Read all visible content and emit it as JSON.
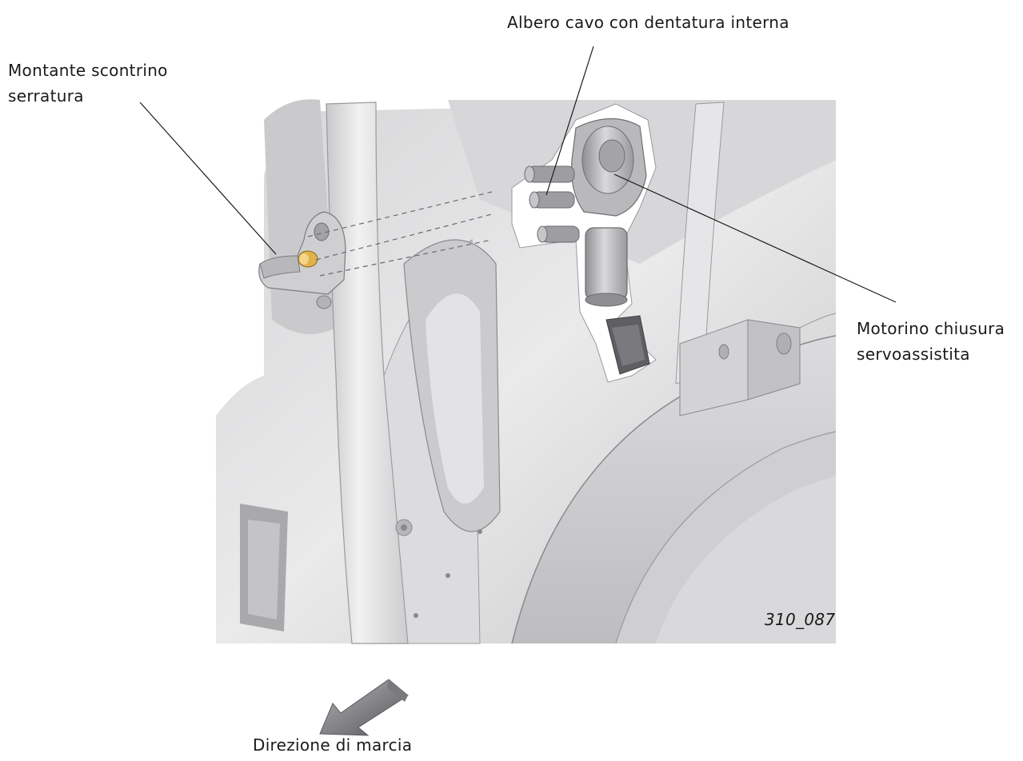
{
  "labels": {
    "albero": "Albero cavo con dentatura interna",
    "montante_line1": "Montante scontrino",
    "montante_line2": "serratura",
    "motorino_line1": "Motorino chiusura",
    "motorino_line2": "servoassistita",
    "figure_code": "310_087",
    "direzione": "Direzione di marcia"
  },
  "icons": {
    "direction": "direction-of-travel-arrow-icon"
  },
  "colors": {
    "body_light": "#e9e9ea",
    "body_mid": "#cfcfd1",
    "body_dark": "#a9a9ac",
    "outline": "#8a8a8e",
    "bolt": "#e0b24a",
    "leader": "#1a1a1a"
  }
}
